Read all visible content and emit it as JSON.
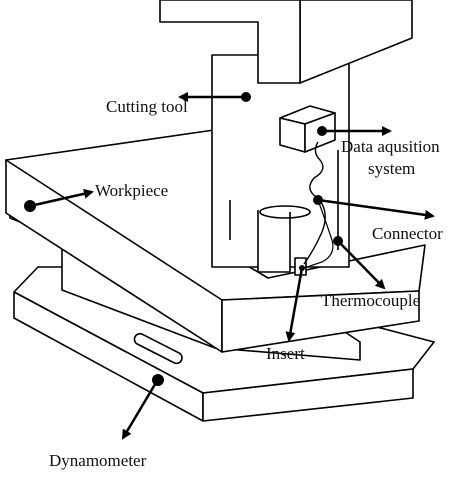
{
  "figure": {
    "labels": {
      "cutting_tool": "Cutting tool",
      "data_acquisition": [
        "Data aqusition",
        "system"
      ],
      "workpiece": "Workpiece",
      "connector": "Connector",
      "thermocouple": "Thermocouple",
      "insert": "Insert",
      "dynamometer": "Dynamometer"
    }
  }
}
